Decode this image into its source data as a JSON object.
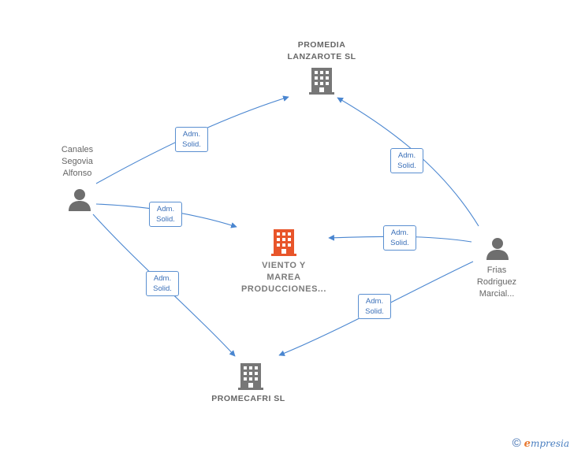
{
  "nodes": {
    "promedia": {
      "label_lines": [
        "PROMEDIA",
        "LANZAROTE SL"
      ]
    },
    "viento": {
      "label_lines": [
        "VIENTO Y",
        "MAREA",
        "PRODUCCIONES..."
      ]
    },
    "promecafri": {
      "label_lines": [
        "PROMECAFRI SL"
      ]
    },
    "canales": {
      "label_lines": [
        "Canales",
        "Segovia",
        "Alfonso"
      ]
    },
    "frias": {
      "label_lines": [
        "Frias",
        "Rodriguez",
        "Marcial..."
      ]
    }
  },
  "edges": [
    {
      "from": "canales",
      "to": "promedia",
      "label_lines": [
        "Adm.",
        "Solid."
      ]
    },
    {
      "from": "canales",
      "to": "viento",
      "label_lines": [
        "Adm.",
        "Solid."
      ]
    },
    {
      "from": "canales",
      "to": "promecafri",
      "label_lines": [
        "Adm.",
        "Solid."
      ]
    },
    {
      "from": "frias",
      "to": "promedia",
      "label_lines": [
        "Adm.",
        "Solid."
      ]
    },
    {
      "from": "frias",
      "to": "viento",
      "label_lines": [
        "Adm.",
        "Solid."
      ]
    },
    {
      "from": "frias",
      "to": "promecafri",
      "label_lines": [
        "Adm.",
        "Solid."
      ]
    }
  ],
  "colors": {
    "edge": "#4a86d0",
    "company_icon": "#777777",
    "main_company_icon": "#e8552a",
    "person_icon": "#6e6e6e"
  },
  "watermark": {
    "copyright": "©",
    "brand_initial": "e",
    "brand_rest": "mpresia"
  }
}
